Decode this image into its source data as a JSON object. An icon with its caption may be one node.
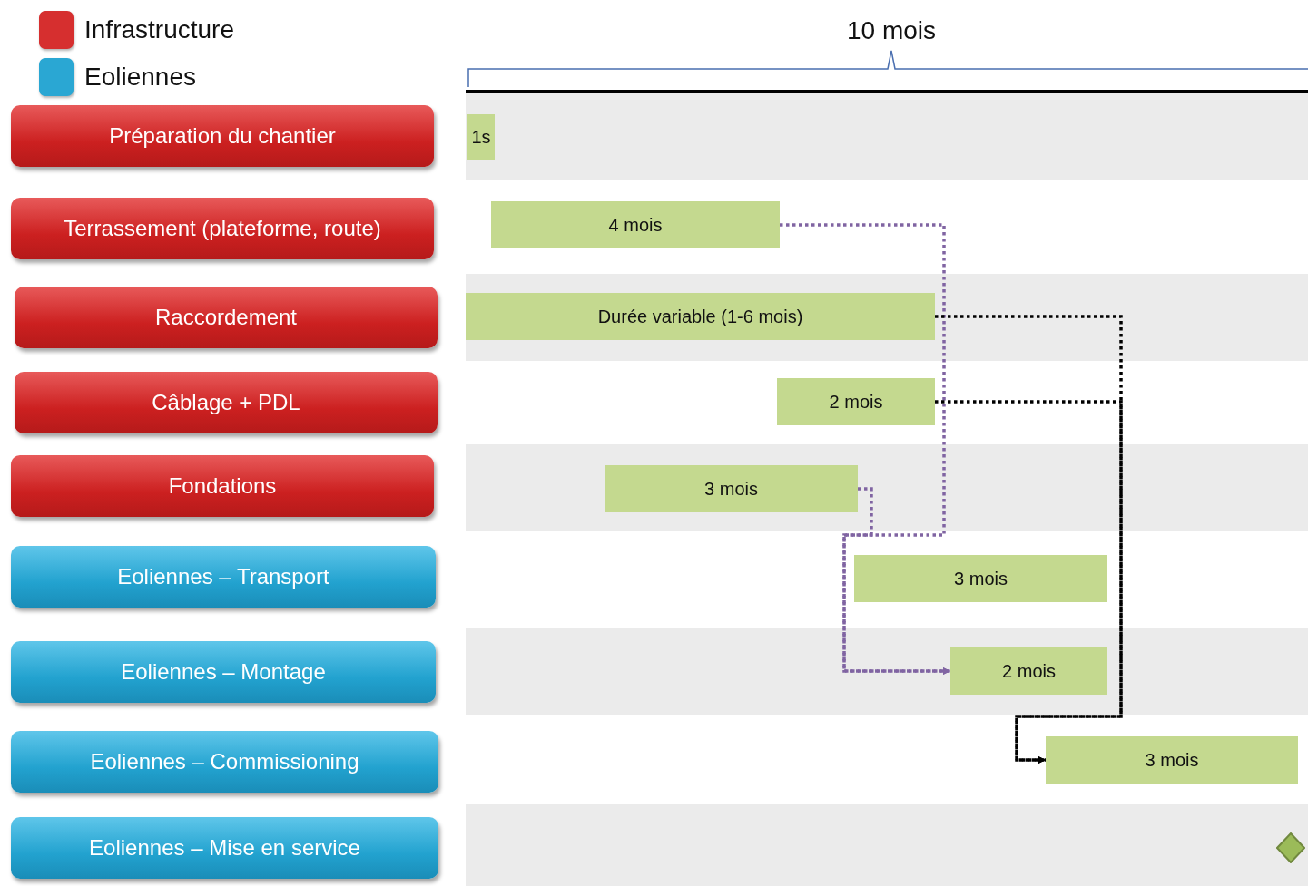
{
  "diagram": {
    "nodes": [
      {
        "text": [
          "Préparation du chantier"
        ]
      },
      {
        "text": [
          "Terrassement (plateforme, route)"
        ]
      },
      {
        "text": [
          "Raccordement"
        ]
      },
      {
        "text": [
          "Câblage + PDL"
        ]
      },
      {
        "text": [
          "Fondations"
        ]
      },
      {
        "text": [
          "Eoliennes – Transport"
        ]
      },
      {
        "text": [
          "Eoliennes – Montage"
        ]
      },
      {
        "text": [
          "Eoliennes – Commissioning"
        ]
      },
      {
        "text": [
          "Eoliennes – Mise en service"
        ]
      },
      {
        "text": [
          "1s"
        ]
      },
      {
        "text": [
          "4 mois"
        ]
      },
      {
        "text": [
          "Durée variable (1-6 mois)"
        ]
      },
      {
        "text": [
          "2 mois"
        ]
      },
      {
        "text": [
          "3 mois"
        ]
      },
      {
        "text": [
          "3 mois"
        ]
      },
      {
        "text": [
          "2 mois"
        ]
      },
      {
        "text": [
          "3 mois"
        ]
      },
      {
        "text": [],
        "shape": "diamond"
      }
    ],
    "edges": [
      {
        "from": 10,
        "to": 15,
        "arrow": "to",
        "style": "dashed",
        "color": "#8064a2"
      },
      {
        "from": 13,
        "to": 15,
        "arrow": "to",
        "style": "dashed",
        "color": "#8064a2"
      },
      {
        "from": 11,
        "to": 16,
        "arrow": "to",
        "style": "dashed",
        "color": "#000000"
      },
      {
        "from": 12,
        "to": 16,
        "arrow": "to",
        "style": "dashed",
        "color": "#000000"
      }
    ],
    "labels": [
      "10 mois"
    ],
    "legend": [
      {
        "text": "Infrastructure",
        "color": "#d62f2f"
      },
      {
        "text": "Eoliennes",
        "color": "#2aa7d3"
      }
    ]
  }
}
